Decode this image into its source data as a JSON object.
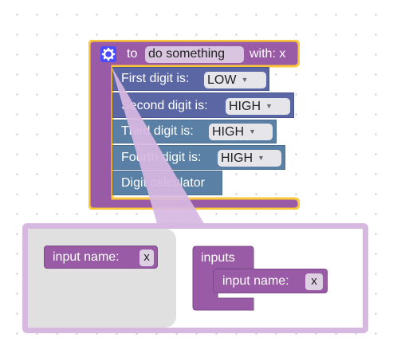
{
  "procedure": {
    "to_label": "to",
    "name_field": "do something",
    "with_label": "with: x"
  },
  "statements": [
    {
      "label": "First digit is:",
      "value": "LOW",
      "color": "#5b67a5"
    },
    {
      "label": "Second digit is:",
      "value": "HIGH",
      "color": "#5b67a5"
    },
    {
      "label": "Third digit is:",
      "value": "HIGH",
      "color": "#5b80a5"
    },
    {
      "label": "Fourth digit is:",
      "value": "HIGH",
      "color": "#5b80a5"
    },
    {
      "label": "Digit calculator",
      "color": "#5b80a5"
    }
  ],
  "mutator": {
    "flyout_block": {
      "label": "input name:",
      "value": "x"
    },
    "container": {
      "label": "inputs"
    },
    "inner_block": {
      "label": "input name:",
      "value": "x"
    }
  },
  "colors": {
    "procedure": "#995ba5",
    "selected_outline": "#fbc738",
    "mutator_border": "#d7b8e1",
    "flyout_bg": "#e0e0e0",
    "gear": "#4c4cff"
  },
  "icons": {
    "mutator": "gear-icon",
    "dropdown": "triangle-down-icon"
  }
}
